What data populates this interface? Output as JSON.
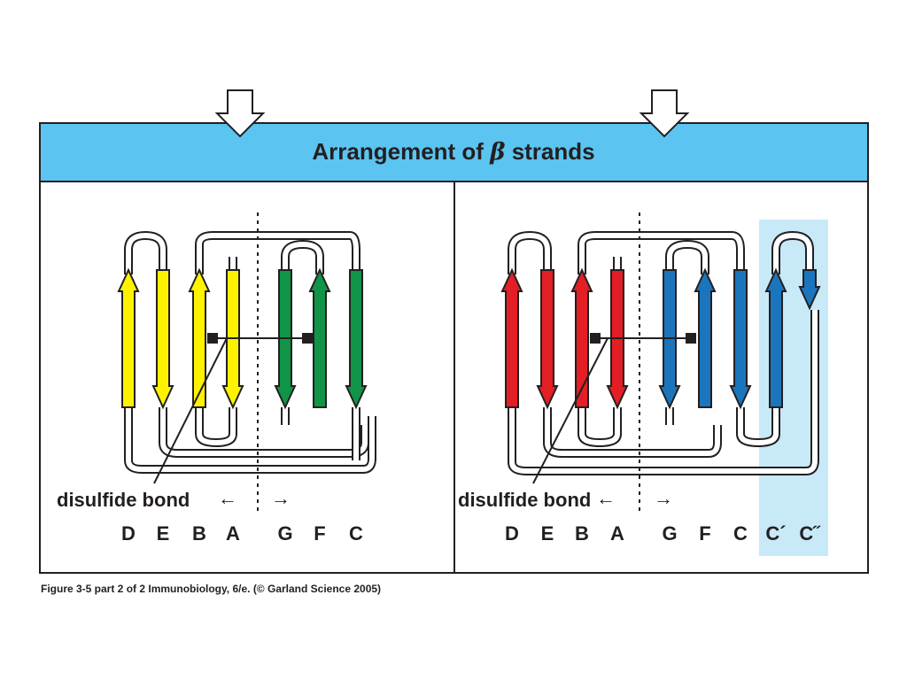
{
  "title_prefix": "Arrangement of",
  "title_symbol": "β",
  "title_suffix": "strands",
  "caption": "Figure 3-5 part 2 of 2  Immunobiology, 6/e. (© Garland Science 2005)",
  "left_panel": {
    "bond_label": "disulfide bond",
    "left_arrow": "←",
    "right_arrow": "→",
    "strand_labels": [
      "D",
      "E",
      "B",
      "A",
      "G",
      "F",
      "C"
    ]
  },
  "right_panel": {
    "bond_label": "disulfide bond",
    "left_arrow": "←",
    "right_arrow": "→",
    "strand_labels": [
      "D",
      "E",
      "B",
      "A",
      "G",
      "F",
      "C",
      "C´",
      "C˝"
    ]
  },
  "colors": {
    "banner": "#5bc4f1",
    "highlight": "#c7e9f8",
    "yellow": "#fff200",
    "green": "#109447",
    "red": "#e31e24",
    "blue": "#1b75bc",
    "outline": "#231f20"
  },
  "icons": [
    "down-arrow-icon",
    "down-arrow-icon"
  ]
}
